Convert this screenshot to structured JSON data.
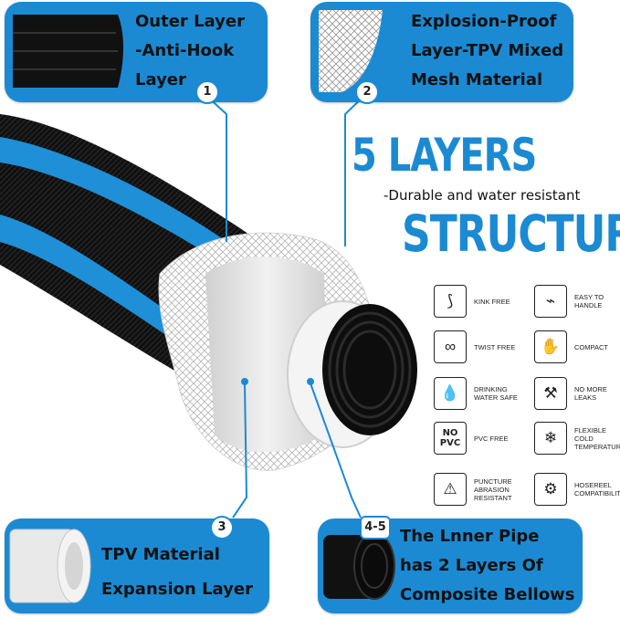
{
  "headline": {
    "title": "5 LAYERS",
    "subtitle": "-Durable and water resistant",
    "title2": "STRUCTUR"
  },
  "layers": [
    {
      "number": "1",
      "lines": [
        "Outer Layer",
        "-Anti-Hook",
        "Layer"
      ]
    },
    {
      "number": "2",
      "lines": [
        "Explosion-Proof",
        "Layer-TPV Mixed",
        "Mesh Material"
      ]
    },
    {
      "number": "3",
      "lines": [
        "TPV Material",
        "Expansion Layer"
      ]
    },
    {
      "number": "4-5",
      "lines": [
        "The Lnner Pipe",
        "has 2 Layers Of",
        "Composite Bellows"
      ]
    }
  ],
  "features": [
    {
      "label": "KINK FREE",
      "icon": "kink-icon"
    },
    {
      "label": "EASY TO HANDLE",
      "icon": "nozzle-icon"
    },
    {
      "label": "TWIST FREE",
      "icon": "twist-icon"
    },
    {
      "label": "COMPACT",
      "icon": "compact-hands-icon"
    },
    {
      "label": "DRINKING WATER SAFE",
      "icon": "water-drop-icon"
    },
    {
      "label": "NO MORE LEAKS",
      "icon": "leak-icon"
    },
    {
      "label": "PVC FREE",
      "icon": "no-pvc-icon",
      "icon_text": [
        "NO",
        "PVC"
      ]
    },
    {
      "label": "FLEXIBLE COLD TEMPERATURE",
      "icon": "snowflake-icon"
    },
    {
      "label": "PUNCTURE ABRASION RESISTANT",
      "icon": "puncture-icon"
    },
    {
      "label": "HOSEREEL COMPATIBILITY",
      "icon": "hose-reel-icon"
    }
  ],
  "colors": {
    "accent": "#1b8ad3",
    "hose_black": "#121212",
    "hose_blue": "#1f8fd8"
  }
}
